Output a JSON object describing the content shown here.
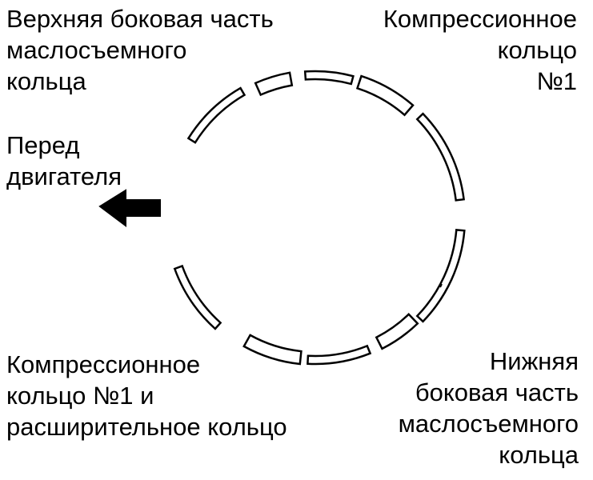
{
  "labels": {
    "top_left": "Верхняя боковая часть\nмаслосъемного\nкольца",
    "top_right": "Компрессионное\nкольцо\n№1",
    "front": "Перед\nдвигателя",
    "bottom_left": "Компрессионное\nкольцо №1 и\nрасширительное кольцо",
    "bottom_right": "Нижняя\nбоковая часть\nмаслосъемного\nкольца"
  },
  "icons": {
    "arrow": "arrow-left-icon"
  },
  "colors": {
    "ink": "#000000",
    "background": "#ffffff"
  }
}
